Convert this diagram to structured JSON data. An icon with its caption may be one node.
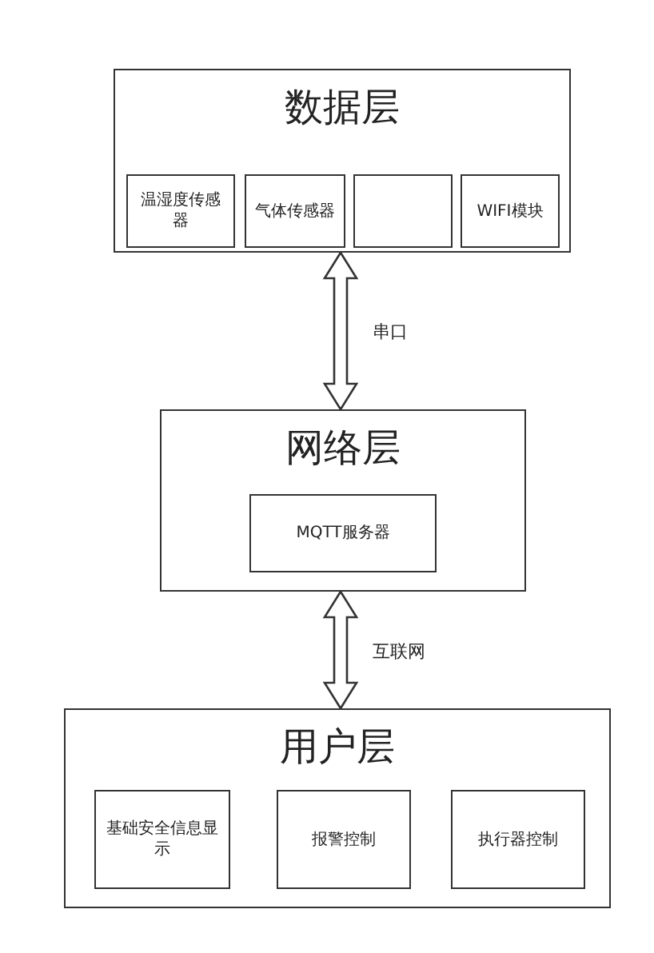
{
  "diagram": {
    "nodes": [
      {
        "text": [
          "数据层"
        ]
      },
      {
        "text": [
          "温湿度传感器"
        ],
        "in": 0
      },
      {
        "text": [
          "气体传感器"
        ],
        "in": 0
      },
      {
        "text": [],
        "shape": "box",
        "in": 0
      },
      {
        "text": [
          "WIFI模块"
        ],
        "in": 0
      },
      {
        "text": [
          "网络层"
        ]
      },
      {
        "text": [
          "MQTT服务器"
        ],
        "in": 5
      },
      {
        "text": [
          "用户层"
        ]
      },
      {
        "text": [
          "基础安全信息显示"
        ],
        "in": 7
      },
      {
        "text": [
          "报警控制"
        ],
        "in": 7
      },
      {
        "text": [
          "执行器控制"
        ],
        "in": 7
      }
    ],
    "edges": [
      {
        "from": 0,
        "to": 5,
        "label": "串口",
        "arrow": "both"
      },
      {
        "from": 5,
        "to": 7,
        "label": "互联网",
        "arrow": "both"
      }
    ]
  }
}
